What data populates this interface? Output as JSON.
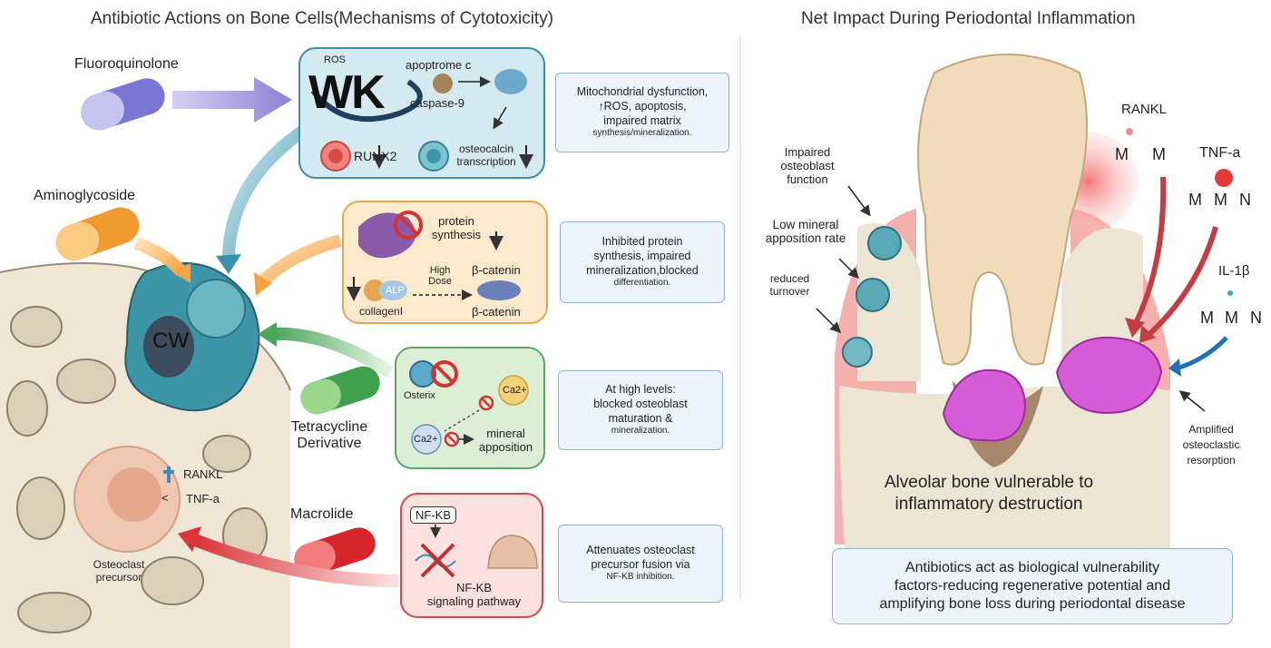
{
  "left_title": "Antibiotic Actions on Bone Cells(Mechanisms of Cytotoxicity)",
  "right_title": "Net Impact During Periodontal Inflammation",
  "drugs": {
    "fluoroquinolone": "Fluoroquinolone",
    "aminoglycoside": "Aminoglycoside",
    "tetracycline_1": "Tetracycline",
    "tetracycline_2": "Derivative",
    "macrolide": "Macrolide"
  },
  "cell_label": "CW",
  "precursor": {
    "rankl": "RANKL",
    "lt": "<",
    "tnf": "TNF-a",
    "label_1": "Osteoclast",
    "label_2": "precursor"
  },
  "box_fq": {
    "ros": "ROS",
    "wk": "WK",
    "apoptrome": "apoptrome c",
    "caspase": "caspase-9",
    "runx2": "RUNX2",
    "osteocalcin_1": "osteocalcin",
    "osteocalcin_2": "transcription"
  },
  "box_ag": {
    "protein_1": "protein",
    "protein_2": "synthesis",
    "alp": "ALP",
    "collagen": "collagenI",
    "high": "High",
    "dose": "Dose",
    "bcat_top": "β-catenin",
    "bcat_bottom": "β-catenin"
  },
  "box_tc": {
    "osterix": "Osterix",
    "ca_top": "Ca2+",
    "ca_bottom": "Ca2+",
    "mineral_1": "mineral",
    "mineral_2": "apposition"
  },
  "box_ml": {
    "nfkb": "NF-KB",
    "pathway_1": "NF-KB",
    "pathway_2": "signaling pathway"
  },
  "desc_fq": {
    "l1": "Mitochondrial dysfunction,",
    "l2": "↑ROS, apoptosis,",
    "l3": "impaired matrix",
    "l4": "synthesis/mineralization."
  },
  "desc_ag": {
    "l1": "Inhibited protein",
    "l2": "synthesis, impaired",
    "l3": "mineralization,blocked",
    "l4": "differentiation."
  },
  "desc_tc": {
    "l1": "At high levels:",
    "l2": "blocked osteoblast",
    "l3": "maturation &",
    "l4": "mineralization."
  },
  "desc_ml": {
    "l1": "Attenuates osteoclast",
    "l2": "precursor fusion via",
    "l3": "NF-KB inhibition."
  },
  "right": {
    "rankl": "RANKL",
    "m1": "M",
    "m2": "M",
    "tnf": "TNF-a",
    "tm1": "M",
    "tm2": "M",
    "tn": "N",
    "il": "IL-1β",
    "im1": "M",
    "im2": "M",
    "in": "N",
    "impaired_1": "Impaired",
    "impaired_2": "osteoblast",
    "impaired_3": "function",
    "low_1": "Low mineral",
    "low_2": "apposition rate",
    "reduced_1": "reduced",
    "reduced_2": "turnover",
    "amp_1": "Amplified",
    "amp_2": "osteoclastic",
    "amp_3": "resorption",
    "alveolar_1": "Alveolar bone vulnerable to",
    "alveolar_2": "inflammatory destruction"
  },
  "conclusion": {
    "l1": "Antibiotics act as biological vulnerability",
    "l2": "factors-reducing regenerative potential and",
    "l3": "amplifying bone loss during periodontal disease"
  }
}
